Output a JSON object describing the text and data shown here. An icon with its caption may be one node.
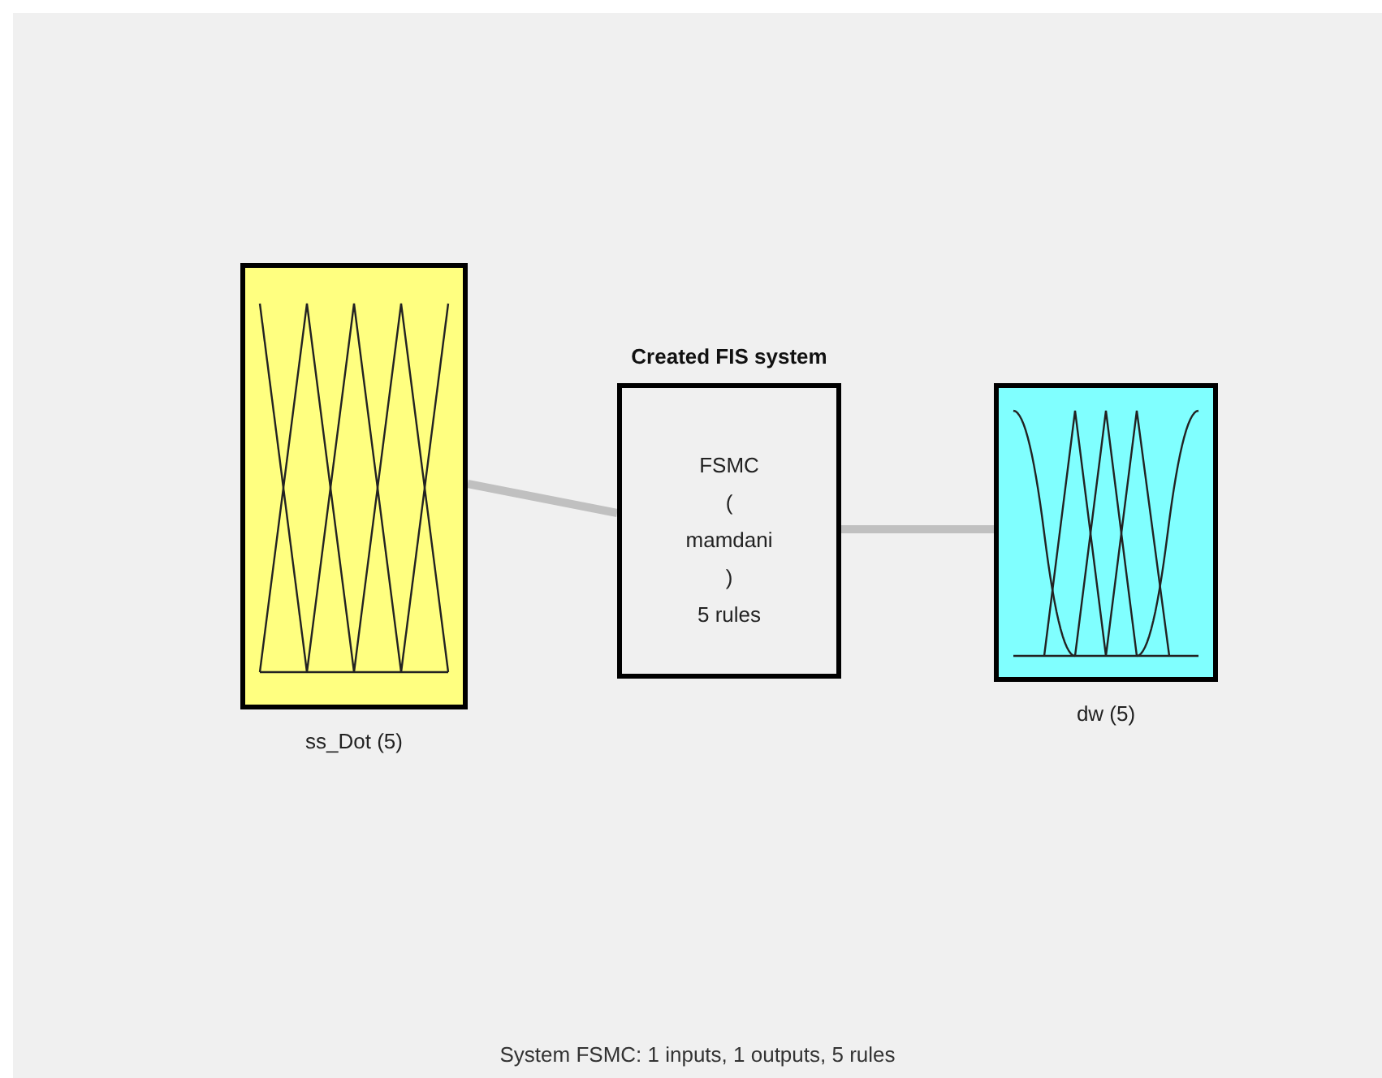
{
  "diagram": {
    "nodes": [
      {
        "text": [],
        "shape": "picture",
        "beside": [
          "ss_Dot (5)"
        ]
      },
      {
        "text": [
          "Created FIS system",
          "FSMC",
          "(",
          "mamdani",
          ")",
          "5 rules"
        ]
      },
      {
        "text": [],
        "shape": "picture",
        "beside": [
          "dw (5)"
        ]
      }
    ],
    "edges": [
      {
        "from": 0,
        "to": 1,
        "arrow": "none"
      },
      {
        "from": 1,
        "to": 2,
        "arrow": "none"
      }
    ],
    "caption": "System FSMC: 1 inputs, 1 outputs, 5 rules"
  }
}
